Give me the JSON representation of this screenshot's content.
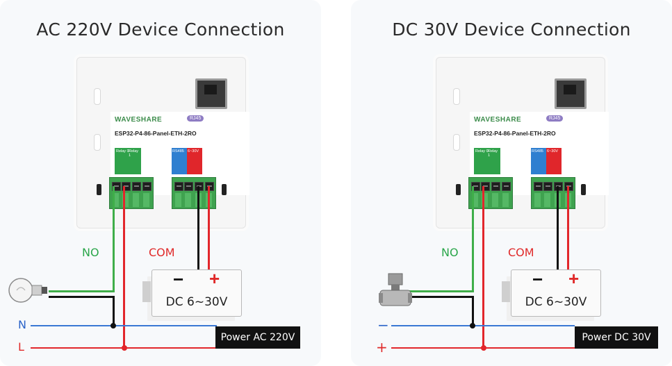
{
  "ac": {
    "title": "AC 220V Device Connection",
    "no_label": "NO",
    "com_label": "COM",
    "n_label": "N",
    "l_label": "L",
    "psu_minus": "−",
    "psu_plus": "+",
    "psu_text": "DC 6~30V",
    "power_tag": "Power AC 220V",
    "load_icon": "light-bulb-icon"
  },
  "dc": {
    "title": "DC 30V Device Connection",
    "no_label": "NO",
    "com_label": "COM",
    "minus_rail_label": "−",
    "plus_rail_label": "+",
    "psu_minus": "−",
    "psu_plus": "+",
    "psu_text": "DC 6~30V",
    "power_tag": "Power DC 30V",
    "load_icon": "solenoid-valve-icon"
  },
  "device": {
    "brand": "WAVESHARE",
    "badge": "RJ45",
    "model": "ESP32-P4-86-Panel-ETH-2RO",
    "relay0": "Relay 0",
    "relay1": "Relay 1",
    "rs485": "RS485",
    "pwr": "6~30V"
  },
  "colors": {
    "green_wire": "#3fae49",
    "red_wire": "#e2262b",
    "blue_wire": "#3a78d4",
    "black_wire": "#111111"
  }
}
